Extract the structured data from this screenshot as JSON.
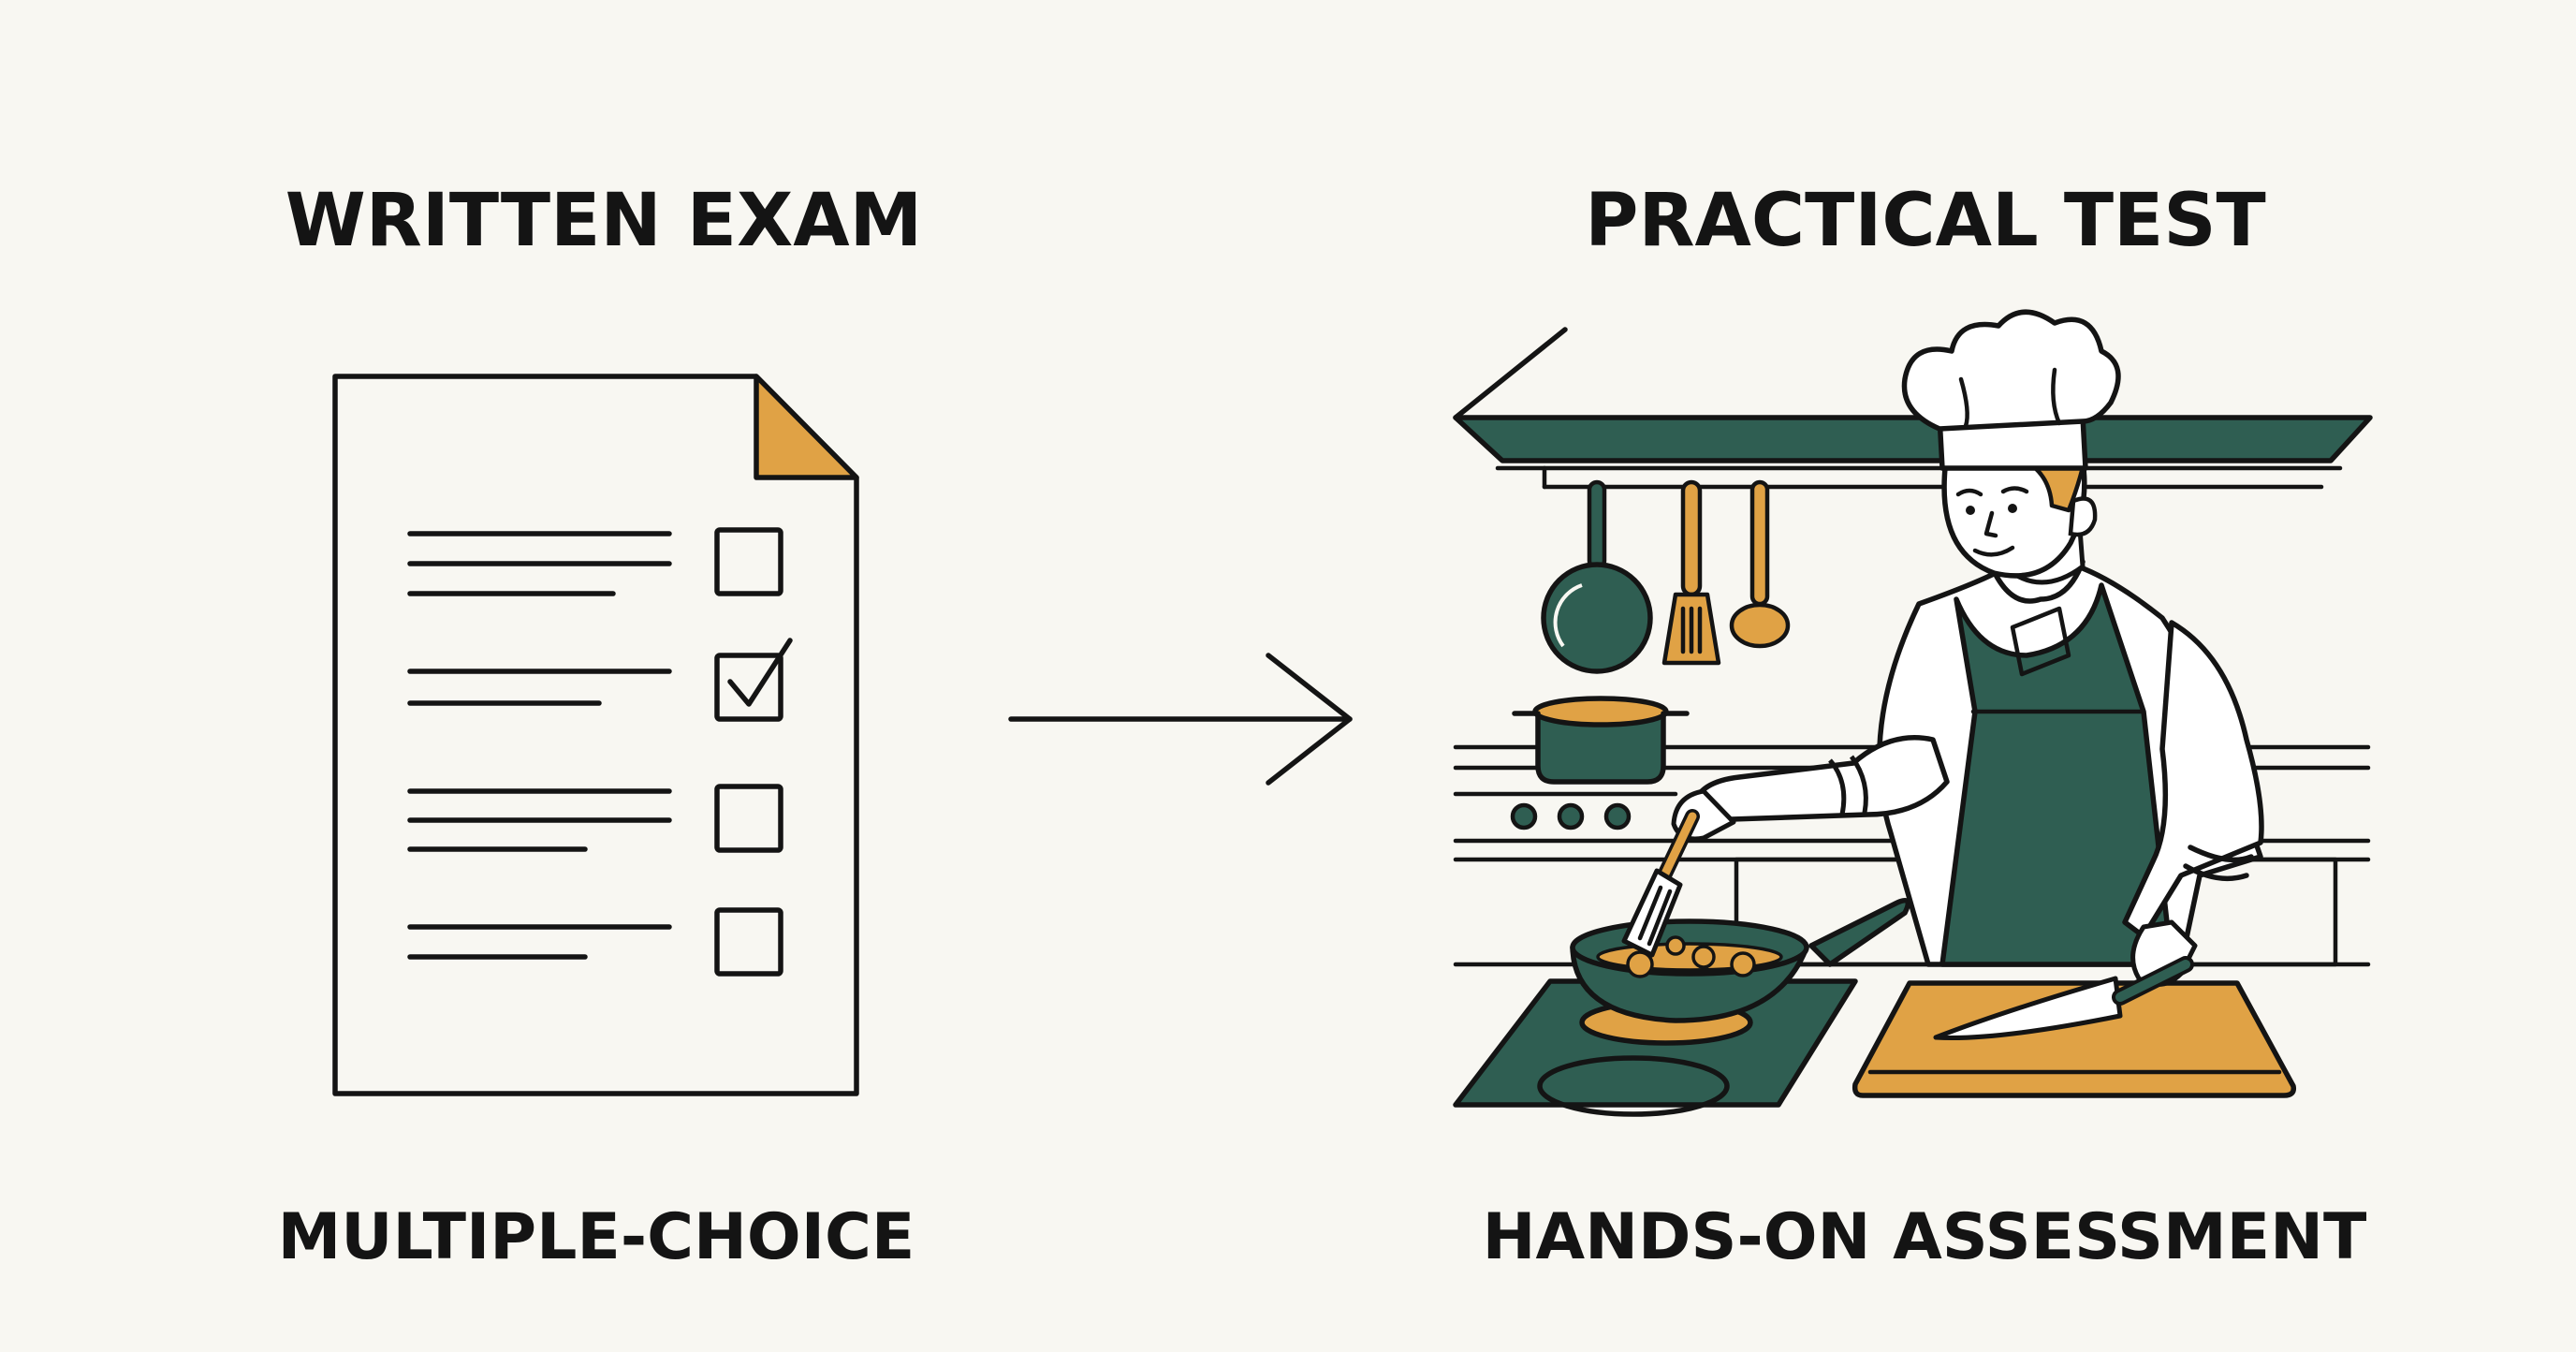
{
  "left_panel": {
    "title": "WRITTEN EXAM",
    "caption": "MULTIPLE-CHOICE",
    "icon": "document-checklist-icon",
    "checkboxes": [
      false,
      true,
      false,
      false
    ]
  },
  "right_panel": {
    "title": "PRACTICAL TEST",
    "caption": "HANDS-ON ASSESSMENT",
    "icon": "chef-cooking-illustration"
  },
  "connector": {
    "icon": "arrow-right-icon"
  },
  "colors": {
    "background": "#f8f7f2",
    "ink": "#141414",
    "green": "#2f5e52",
    "orange": "#e0a245",
    "paper": "#ffffff"
  }
}
